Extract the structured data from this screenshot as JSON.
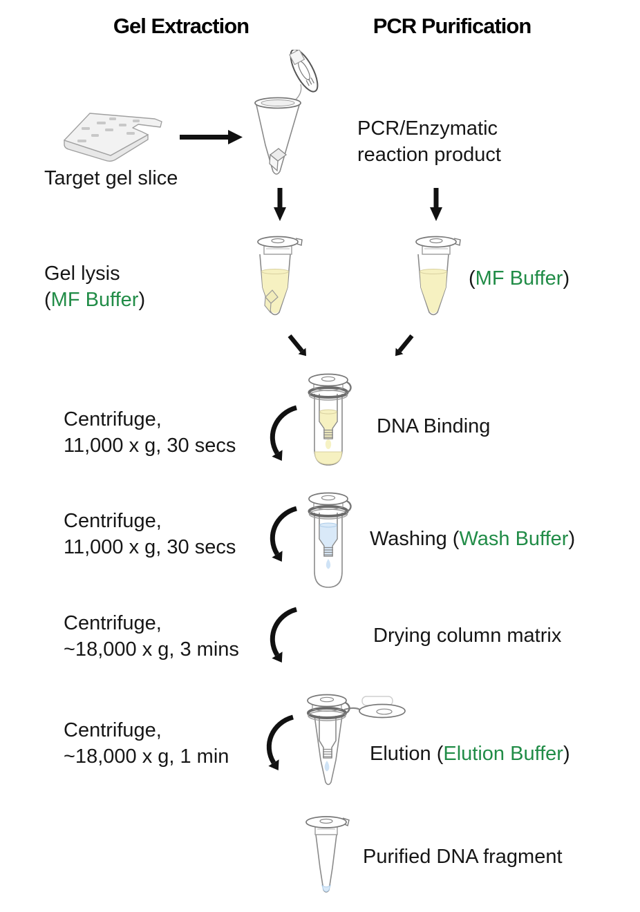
{
  "colors": {
    "accent_green": "#218c47",
    "yellow_liquid": "#f6f1c1",
    "blue_liquid": "#d9e9f8",
    "text": "#1a1a1a"
  },
  "headers": {
    "gel_extraction": "Gel Extraction",
    "pcr_purification": "PCR Purification"
  },
  "row1": {
    "target_gel_slice": "Target gel slice",
    "pcr_product_line1": "PCR/Enzymatic",
    "pcr_product_line2": "reaction product"
  },
  "row2": {
    "gel_lysis": "Gel lysis",
    "lysis_paren_open": "(",
    "lysis_buffer": "MF Buffer",
    "lysis_paren_close": ")",
    "right_paren_open": "(",
    "right_buffer": "MF Buffer",
    "right_paren_close": ")"
  },
  "row3": {
    "centrifuge_line1": "Centrifuge,",
    "centrifuge_line2": "11,000 x g, 30 secs",
    "label": "DNA Binding"
  },
  "row4": {
    "centrifuge_line1": "Centrifuge,",
    "centrifuge_line2": "11,000 x g, 30 secs",
    "label_prefix": "Washing (",
    "buffer": "Wash Buffer",
    "label_suffix": ")"
  },
  "row5": {
    "centrifuge_line1": "Centrifuge,",
    "centrifuge_line2": "~18,000 x g, 3 mins",
    "label": "Drying column matrix"
  },
  "row6": {
    "centrifuge_line1": "Centrifuge,",
    "centrifuge_line2": "~18,000 x g, 1 min",
    "label_prefix": "Elution (",
    "buffer": "Elution Buffer",
    "label_suffix": ")"
  },
  "row7": {
    "label": "Purified DNA fragment"
  }
}
